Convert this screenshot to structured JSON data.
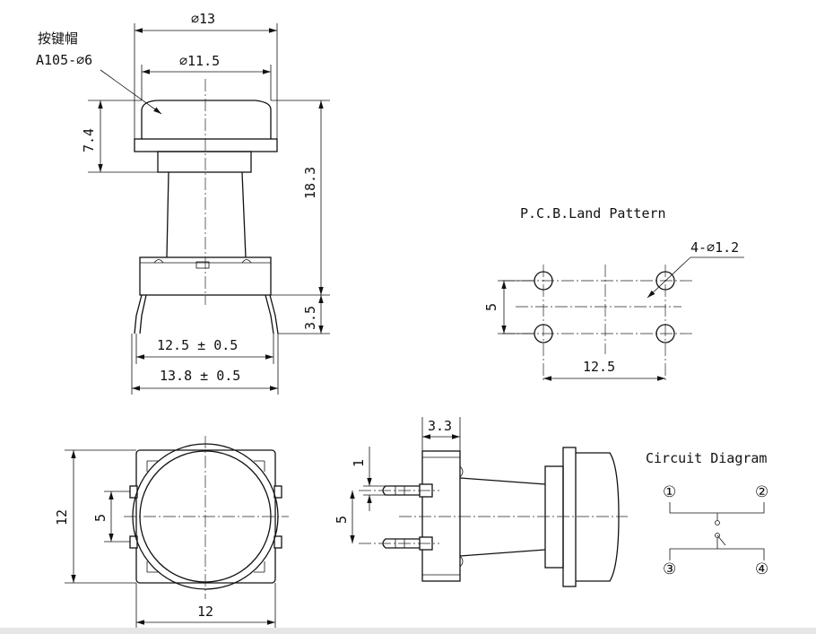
{
  "top_view": {
    "cap_label_line1": "按键帽",
    "cap_label_line2": "A105-⌀6",
    "dim_cap_outer": "⌀13",
    "dim_cap_inner": "⌀11.5",
    "dim_cap_height": "7.4",
    "dim_total_height": "18.3",
    "dim_pin_length": "3.5",
    "dim_pin_pitch": "12.5 ± 0.5",
    "dim_outer_width": "13.8 ± 0.5"
  },
  "pcb": {
    "title": "P.C.B.Land Pattern",
    "hole_spec": "4-⌀1.2",
    "dim_vertical": "5",
    "dim_horizontal": "12.5"
  },
  "plan_view": {
    "dim_height": "12",
    "dim_inner": "5",
    "dim_width": "12"
  },
  "side_view": {
    "dim_top": "3.3",
    "dim_pin": "1",
    "dim_pitch": "5"
  },
  "circuit": {
    "title": "Circuit Diagram",
    "pin1": "①",
    "pin2": "②",
    "pin3": "③",
    "pin4": "④"
  }
}
